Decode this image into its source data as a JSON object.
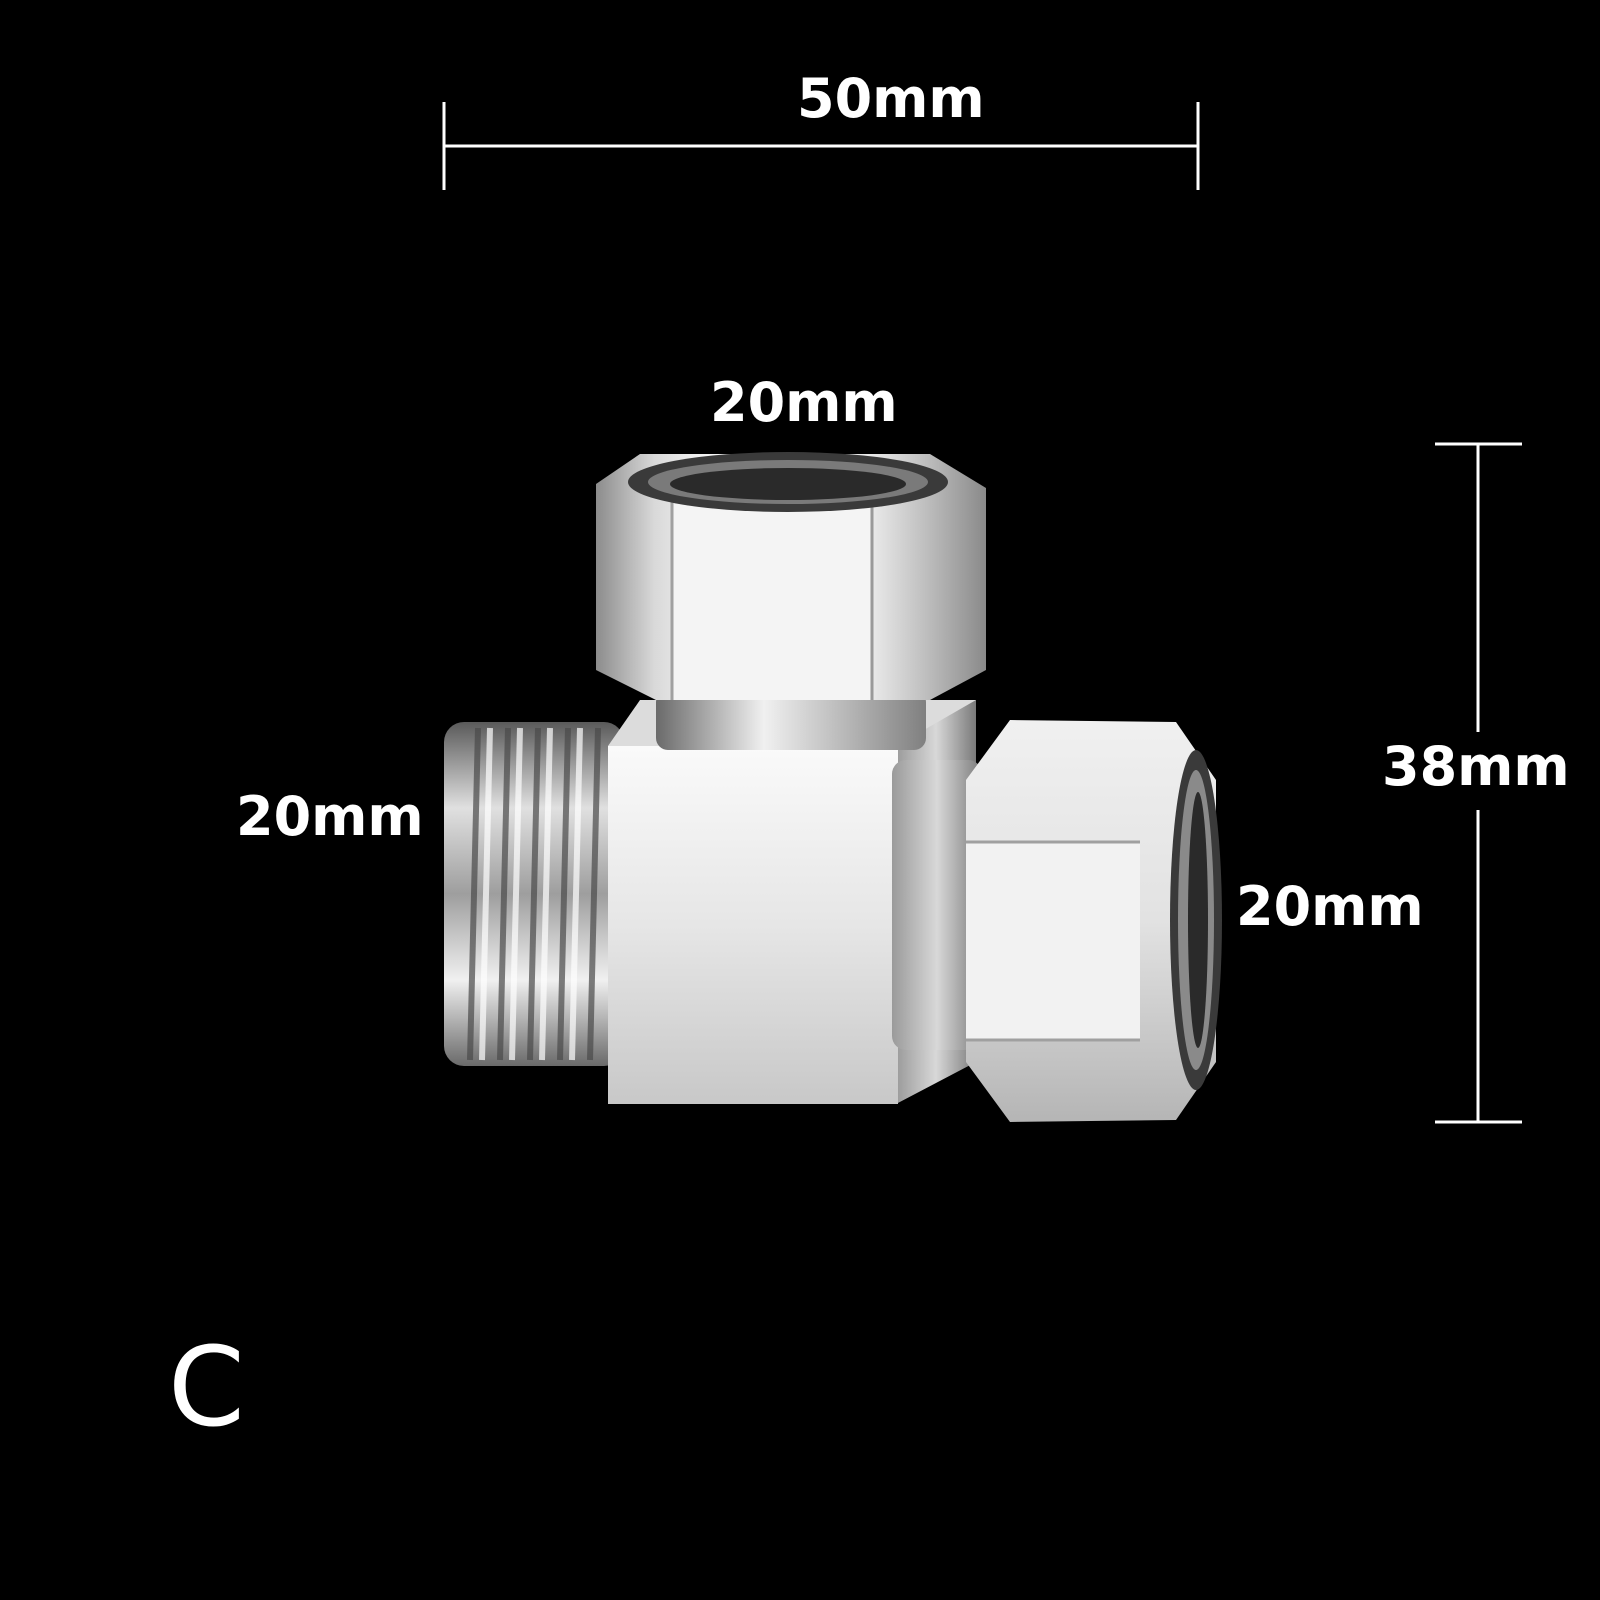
{
  "dimensions": {
    "overall_width": "50mm",
    "overall_height": "38mm",
    "top_port": "20mm",
    "left_port": "20mm",
    "right_port": "20mm"
  },
  "variant_label": "C",
  "colors": {
    "background": "#000000",
    "text": "#ffffff",
    "chrome_light": "#f2f2f2",
    "chrome_mid": "#bdbdbd",
    "chrome_dark": "#5a5a5a"
  }
}
